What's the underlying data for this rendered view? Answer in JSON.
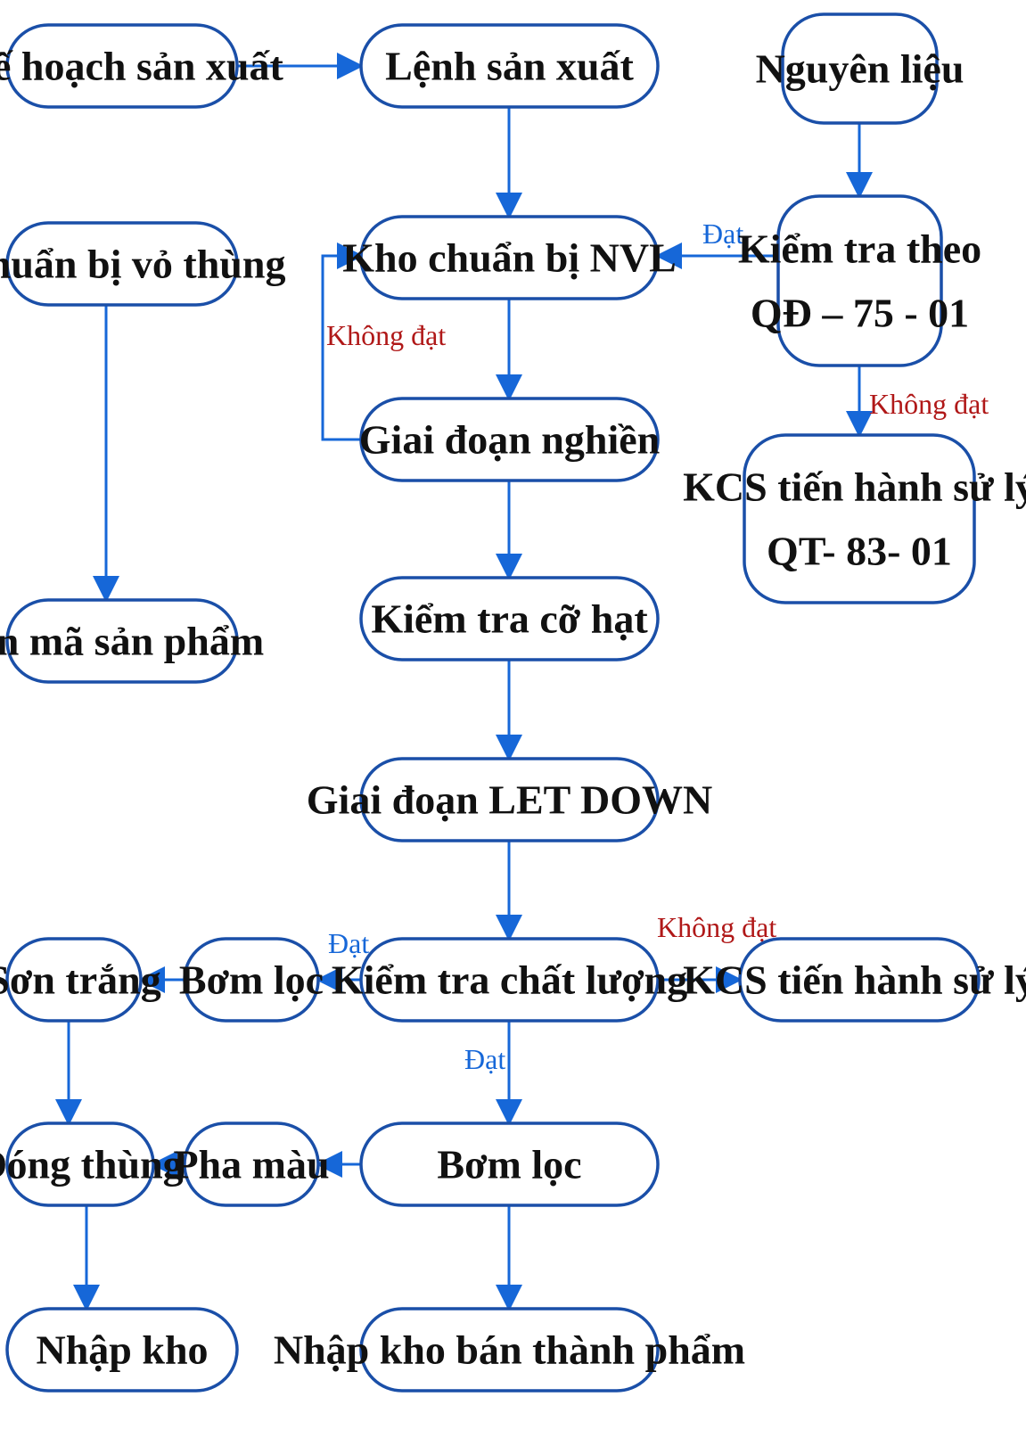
{
  "colors": {
    "border": "#1a4fa8",
    "edge": "#1667d8",
    "pass_label": "#1667d8",
    "fail_label": "#b01818",
    "text": "#111111"
  },
  "nodes": {
    "ke_hoach": {
      "lines": [
        "Kế hoạch sản xuất"
      ]
    },
    "lenh": {
      "lines": [
        "Lệnh sản xuất"
      ]
    },
    "nguyen_lieu": {
      "lines": [
        "Nguyên liệu"
      ]
    },
    "chuan_bi_vo": {
      "lines": [
        "Chuẩn bị vỏ thùng"
      ]
    },
    "kho_nvl": {
      "lines": [
        "Kho chuẩn bị NVL"
      ]
    },
    "kiem_tra_qd": {
      "lines": [
        "Kiểm tra theo",
        "QĐ – 75 - 01"
      ]
    },
    "giai_doan_nghien": {
      "lines": [
        "Giai đoạn nghiền"
      ]
    },
    "kcs_qt": {
      "lines": [
        "KCS tiến hành sử lý",
        "QT- 83- 01"
      ]
    },
    "in_ma": {
      "lines": [
        "In mã sản phẩm"
      ]
    },
    "kiem_tra_co_hat": {
      "lines": [
        "Kiểm tra cỡ hạt"
      ]
    },
    "let_down": {
      "lines": [
        "Giai đoạn LET DOWN"
      ]
    },
    "son_trang": {
      "lines": [
        "Sơn trắng"
      ]
    },
    "bom_loc_1": {
      "lines": [
        "Bơm lọc"
      ]
    },
    "kiem_tra_chat_luong": {
      "lines": [
        "Kiểm tra chất lượng"
      ]
    },
    "kcs_2": {
      "lines": [
        "KCS tiến hành sử lý"
      ]
    },
    "dong_thung": {
      "lines": [
        "Đóng thùng"
      ]
    },
    "pha_mau": {
      "lines": [
        "Pha màu"
      ]
    },
    "bom_loc_2": {
      "lines": [
        "Bơm lọc"
      ]
    },
    "nhap_kho": {
      "lines": [
        "Nhập kho"
      ]
    },
    "nhap_kho_btp": {
      "lines": [
        "Nhập kho bán thành phẩm"
      ]
    }
  },
  "edges": [
    {
      "from": "ke_hoach",
      "to": "lenh",
      "label": ""
    },
    {
      "from": "lenh",
      "to": "kho_nvl",
      "label": ""
    },
    {
      "from": "nguyen_lieu",
      "to": "kiem_tra_qd",
      "label": ""
    },
    {
      "from": "kiem_tra_qd",
      "to": "kho_nvl",
      "label": "Đạt",
      "kind": "pass"
    },
    {
      "from": "kiem_tra_qd",
      "to": "kcs_qt",
      "label": "Không đạt",
      "kind": "fail"
    },
    {
      "from": "kho_nvl",
      "to": "giai_doan_nghien",
      "label": ""
    },
    {
      "from": "giai_doan_nghien",
      "to": "kho_nvl",
      "label": "Không đạt",
      "kind": "fail"
    },
    {
      "from": "chuan_bi_vo",
      "to": "in_ma",
      "label": ""
    },
    {
      "from": "giai_doan_nghien",
      "to": "kiem_tra_co_hat",
      "label": ""
    },
    {
      "from": "kiem_tra_co_hat",
      "to": "let_down",
      "label": ""
    },
    {
      "from": "let_down",
      "to": "kiem_tra_chat_luong",
      "label": ""
    },
    {
      "from": "kiem_tra_chat_luong",
      "to": "bom_loc_1",
      "label": "Đạt",
      "kind": "pass"
    },
    {
      "from": "bom_loc_1",
      "to": "son_trang",
      "label": ""
    },
    {
      "from": "kiem_tra_chat_luong",
      "to": "kcs_2",
      "label": "Không đạt",
      "kind": "fail"
    },
    {
      "from": "kiem_tra_chat_luong",
      "to": "bom_loc_2",
      "label": "Đạt",
      "kind": "pass"
    },
    {
      "from": "son_trang",
      "to": "dong_thung",
      "label": ""
    },
    {
      "from": "bom_loc_2",
      "to": "pha_mau",
      "label": ""
    },
    {
      "from": "pha_mau",
      "to": "dong_thung",
      "label": ""
    },
    {
      "from": "dong_thung",
      "to": "nhap_kho",
      "label": ""
    },
    {
      "from": "bom_loc_2",
      "to": "nhap_kho_btp",
      "label": ""
    }
  ]
}
